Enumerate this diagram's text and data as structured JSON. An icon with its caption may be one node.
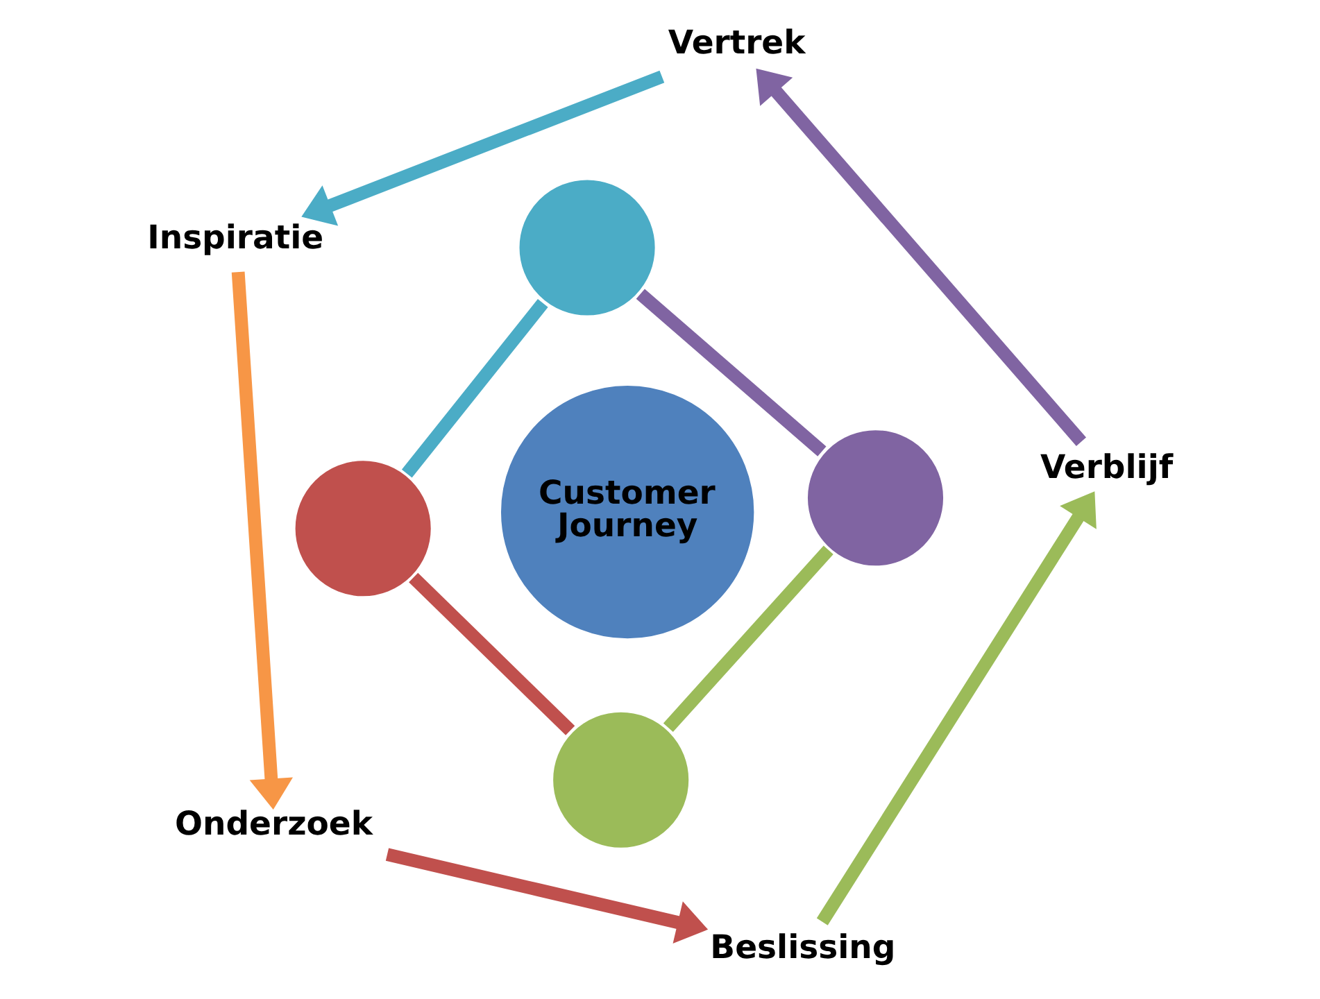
{
  "diagram": {
    "nodes": [
      {
        "text": [
          "Inspiratie"
        ]
      },
      {
        "text": [
          "Onderzoek"
        ]
      },
      {
        "text": [
          "Beslissing"
        ]
      },
      {
        "text": [
          "Verblijf"
        ]
      },
      {
        "text": [
          "Vertrek"
        ]
      },
      {
        "text": [
          "Customer Journey"
        ]
      },
      {
        "text": [],
        "shape": "circle"
      },
      {
        "text": [],
        "shape": "circle"
      },
      {
        "text": [],
        "shape": "circle"
      },
      {
        "text": [],
        "shape": "circle"
      }
    ],
    "edges": [
      {
        "from": 0,
        "to": 1,
        "arrow": "to",
        "color": "#f79646"
      },
      {
        "from": 1,
        "to": 2,
        "arrow": "to",
        "color": "#c0504d"
      },
      {
        "from": 2,
        "to": 3,
        "arrow": "to",
        "color": "#9bbb59"
      },
      {
        "from": 3,
        "to": 4,
        "arrow": "to",
        "color": "#8064a2"
      },
      {
        "from": 4,
        "to": 0,
        "arrow": "to",
        "color": "#4bacc6"
      },
      {
        "from": 6,
        "to": 8,
        "arrow": "none",
        "color": "#c0504d"
      },
      {
        "from": 8,
        "to": 9,
        "arrow": "none",
        "color": "#9bbb59"
      },
      {
        "from": 9,
        "to": 7,
        "arrow": "none",
        "color": "#8064a2"
      },
      {
        "from": 7,
        "to": 6,
        "arrow": "none",
        "color": "#4bacc6"
      }
    ]
  }
}
